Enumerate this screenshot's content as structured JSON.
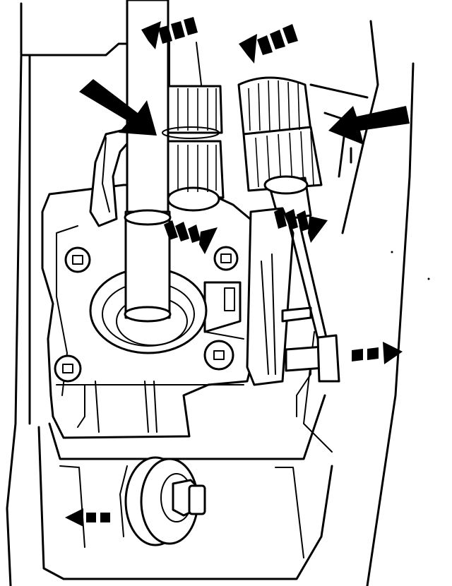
{
  "figure": {
    "description_colors": {
      "line": "#000000",
      "background": "#ffffff"
    },
    "arrows": [
      {
        "name": "dashed-arrow-top-left",
        "style": "dashed",
        "direction": "left-down"
      },
      {
        "name": "dashed-arrow-top-center",
        "style": "dashed",
        "direction": "left-down"
      },
      {
        "name": "solid-arrow-left",
        "style": "solid",
        "direction": "right-down"
      },
      {
        "name": "solid-arrow-right",
        "style": "solid",
        "direction": "left-down"
      },
      {
        "name": "dashed-arrow-shaft-collar",
        "style": "dashed",
        "direction": "right-down"
      },
      {
        "name": "dashed-arrow-lever",
        "style": "dashed",
        "direction": "right-down"
      },
      {
        "name": "dashed-arrow-cable-end",
        "style": "dashed",
        "direction": "right"
      },
      {
        "name": "dashed-arrow-bottom-left",
        "style": "dashed",
        "direction": "left"
      }
    ]
  }
}
